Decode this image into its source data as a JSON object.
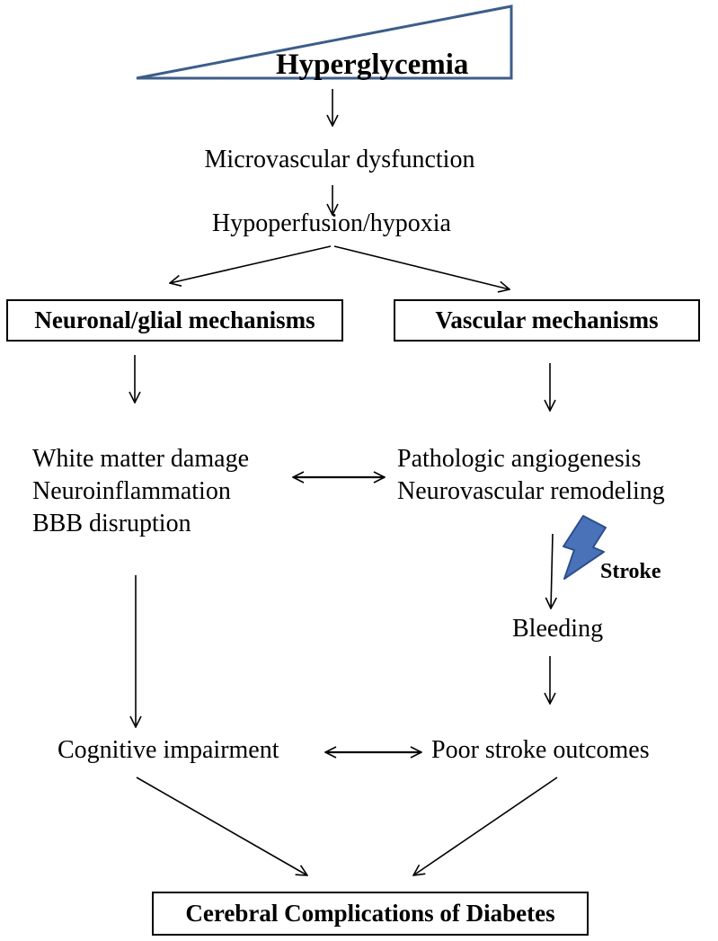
{
  "colors": {
    "wedge_stroke": "#3d5d8a",
    "bolt_fill": "#4a72b8",
    "bolt_stroke": "#2c4f8c",
    "line": "#000000"
  },
  "top": {
    "title": "Hyperglycemia"
  },
  "steps": {
    "microvascular": "Microvascular dysfunction",
    "hypoperfusion": "Hypoperfusion/hypoxia"
  },
  "boxes": {
    "neuronal": "Neuronal/glial mechanisms",
    "vascular": "Vascular mechanisms",
    "final": "Cerebral Complications of Diabetes"
  },
  "left_effects": [
    "White matter damage",
    "Neuroinflammation",
    "BBB disruption"
  ],
  "right_effects": [
    "Pathologic angiogenesis",
    "Neurovascular remodeling"
  ],
  "stroke": {
    "label": "Stroke",
    "icon": "lightning-bolt-icon"
  },
  "bleeding": "Bleeding",
  "outcomes": {
    "cognitive": "Cognitive impairment",
    "poor_stroke": "Poor stroke outcomes"
  }
}
